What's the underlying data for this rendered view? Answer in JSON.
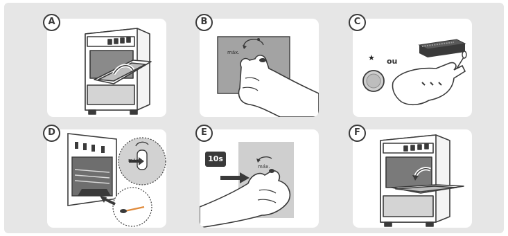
{
  "steps": [
    {
      "badge": "A",
      "name": "open-oven-door"
    },
    {
      "badge": "B",
      "name": "turn-knob-max"
    },
    {
      "badge": "C",
      "name": "ignition-choice",
      "or_label": "ou",
      "star": "★"
    },
    {
      "badge": "D",
      "name": "light-burner",
      "knob_label": "máx."
    },
    {
      "badge": "E",
      "name": "hold-knob",
      "timer": "10s",
      "knob_label": "máx."
    },
    {
      "badge": "F",
      "name": "close-oven-door"
    }
  ],
  "knob_label": "máx.",
  "colors": {
    "background": "#e6e6e6",
    "panel": "#ffffff",
    "ink": "#3a3a3a",
    "wall": "#9a9a9a",
    "gray_fill": "#c8c8c8"
  }
}
